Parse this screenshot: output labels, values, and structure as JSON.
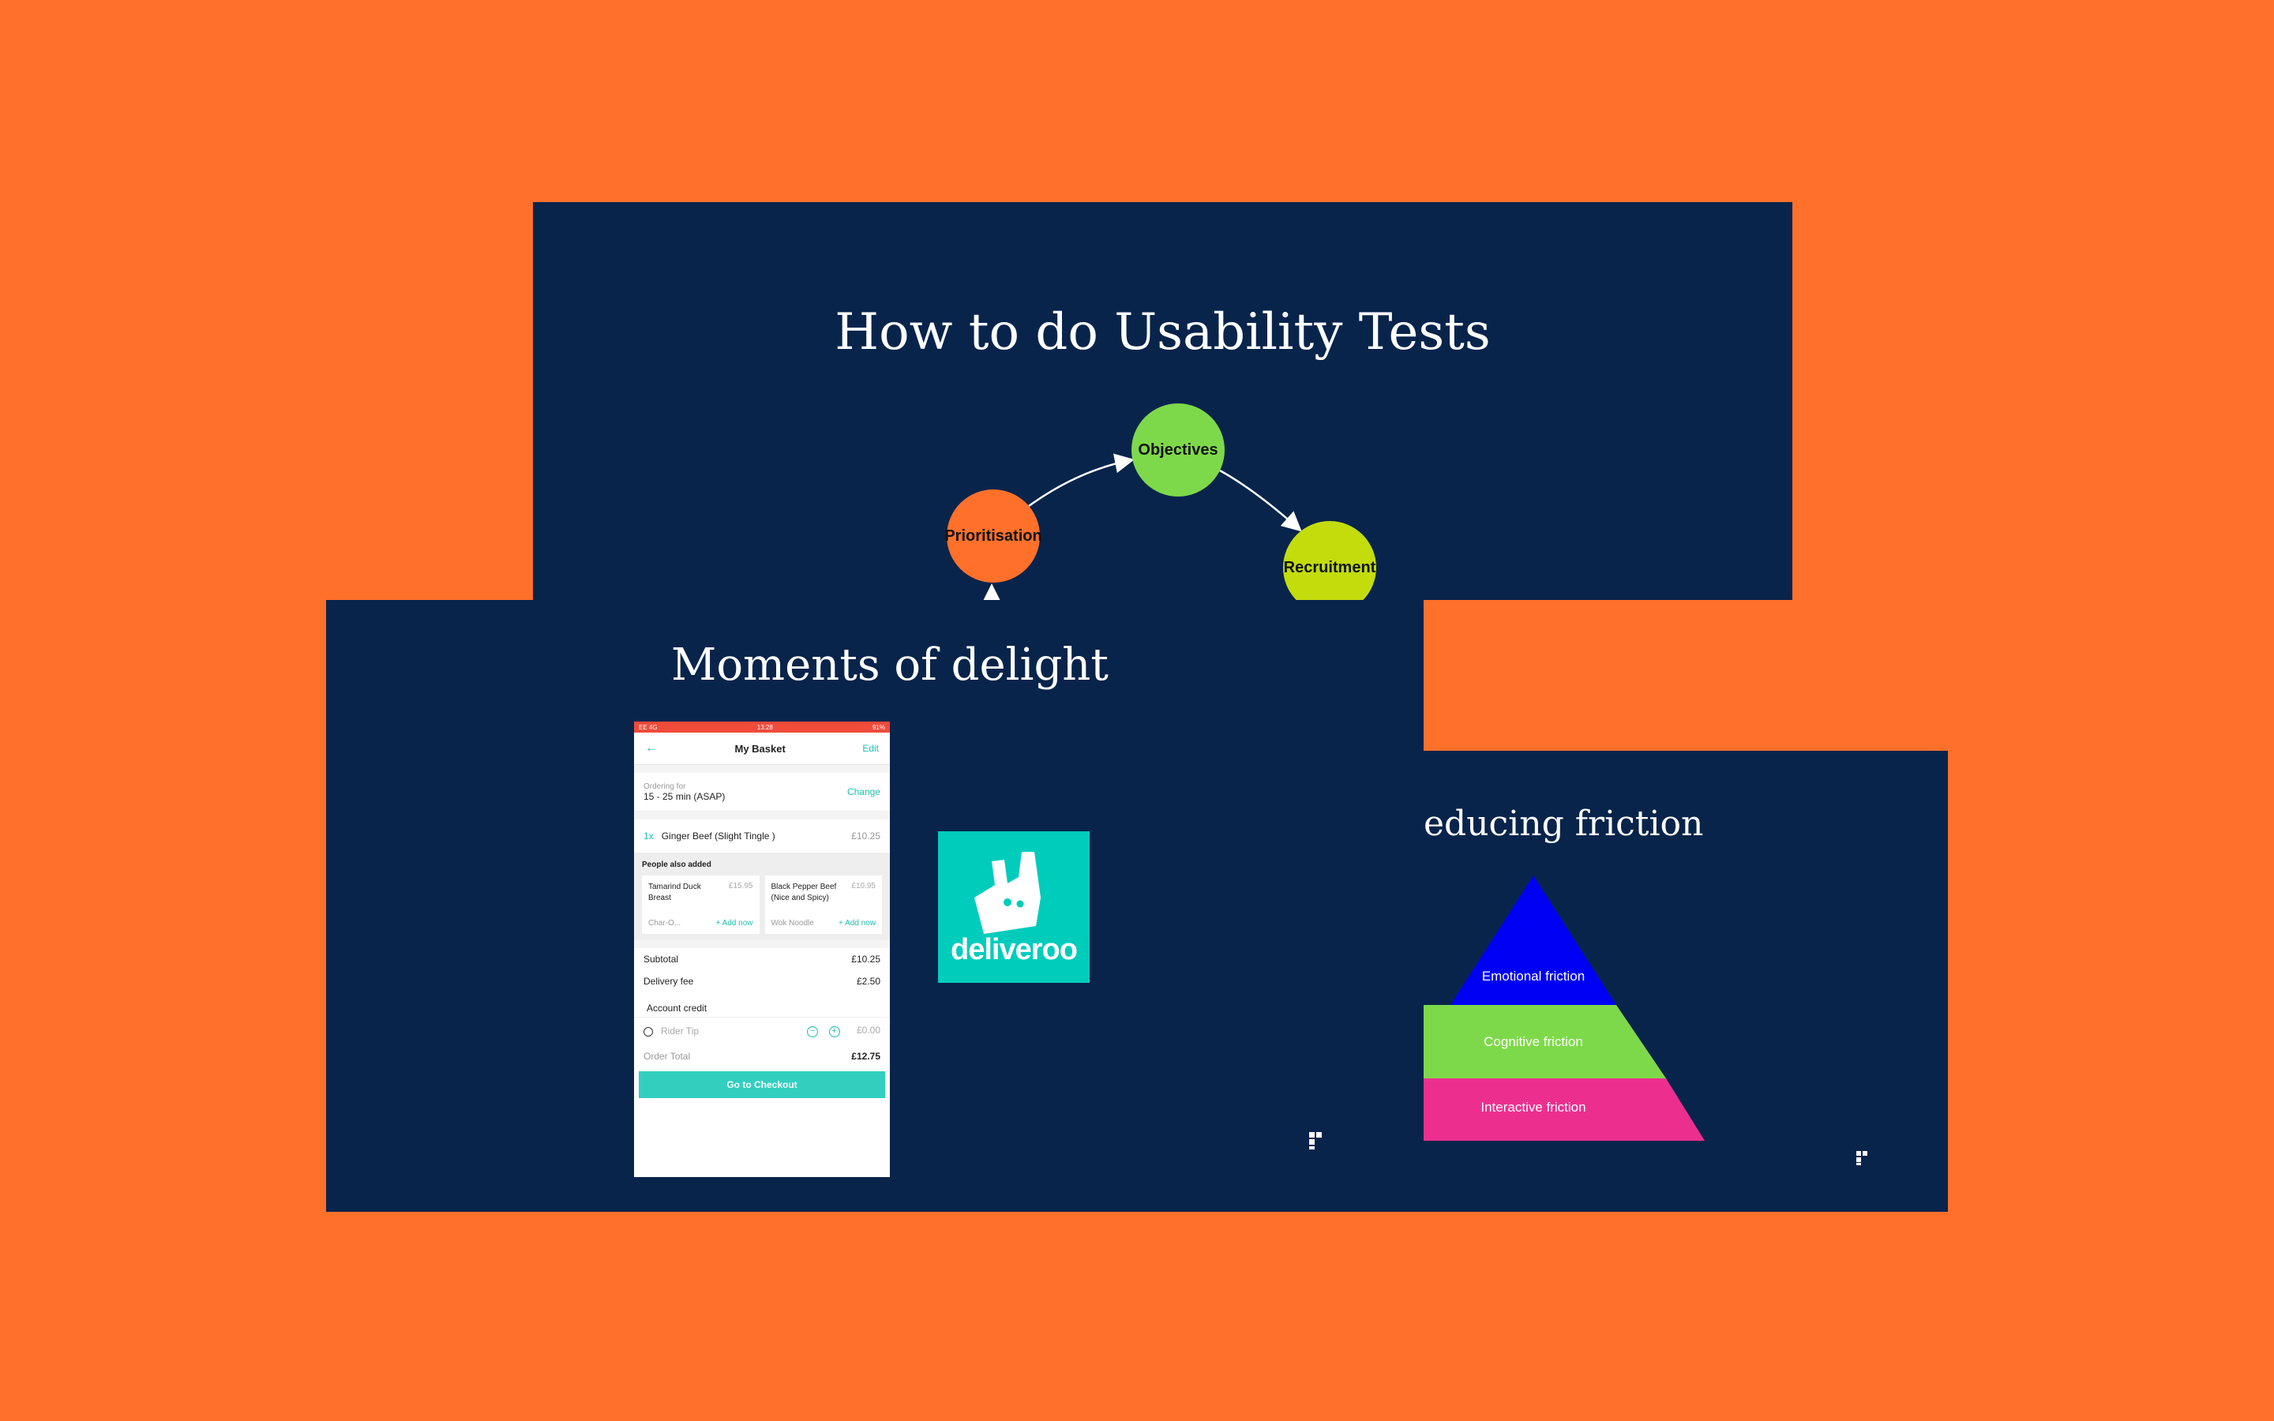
{
  "slide_usability": {
    "title": "How to do Usability Tests",
    "nodes": [
      {
        "label": "Prioritisation",
        "color": "#FF702B"
      },
      {
        "label": "Objectives",
        "color": "#7ED94A"
      },
      {
        "label": "Recruitment",
        "color": "#C3DC0C"
      }
    ]
  },
  "slide_delight": {
    "title": "Moments of delight",
    "phone": {
      "status_left": "EE  4G",
      "status_time": "13:28",
      "status_right": "91%",
      "header_title": "My Basket",
      "edit_label": "Edit",
      "ordering_label": "Ordering for",
      "ordering_value": "15 - 25 min (ASAP)",
      "change_label": "Change",
      "item_qty": "1x",
      "item_name": "Ginger Beef (Slight Tingle )",
      "item_price": "£10.25",
      "also_added_label": "People also added",
      "suggestions": [
        {
          "name": "Tamarind Duck Breast",
          "price": "£15.95",
          "sub": "Char-O...",
          "add": "Add now"
        },
        {
          "name": "Black Pepper Beef (Nice and Spicy)",
          "price": "£10.95",
          "sub": "Wok Noodle",
          "add": "Add now"
        }
      ],
      "subtotal_label": "Subtotal",
      "subtotal_value": "£10.25",
      "delivery_label": "Delivery fee",
      "delivery_value": "£2.50",
      "credit_label": "Account credit",
      "tip_label": "Rider Tip",
      "tip_value": "£0.00",
      "total_label": "Order Total",
      "total_value": "£12.75",
      "checkout_label": "Go to Checkout"
    },
    "logo_text": "deliveroo"
  },
  "slide_friction": {
    "title": "educing friction",
    "levels": [
      {
        "label": "Emotional friction",
        "color": "#0000F5"
      },
      {
        "label": "Cognitive friction",
        "color": "#7ED94A"
      },
      {
        "label": "Interactive friction",
        "color": "#EC2F8F"
      }
    ]
  },
  "colors": {
    "background": "#FF702B",
    "slide": "#09244B",
    "accent": "#00CCBC"
  }
}
